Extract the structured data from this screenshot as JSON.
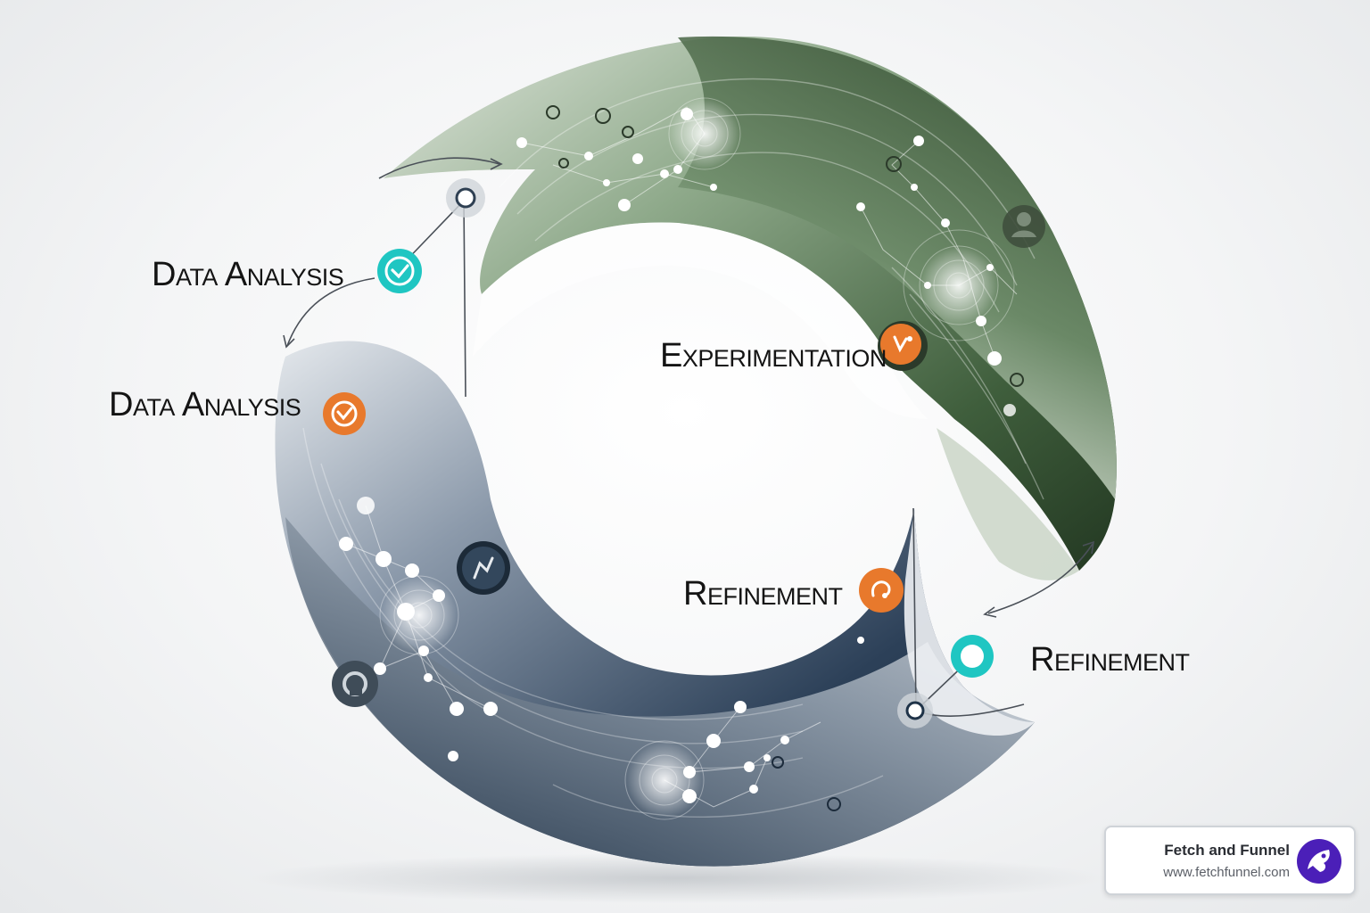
{
  "labels": {
    "data_analysis_upper": "Data Analysis",
    "data_analysis_lower": "Data Analysis",
    "experimentation": "Experimentation",
    "refinement_inner": "Refinement",
    "refinement_outer": "Refinement"
  },
  "watermark": {
    "name": "Fetch and Funnel",
    "url": "www.fetchfunnel.com",
    "logo_icon": "fetch-funnel-logo-icon"
  },
  "icons": {
    "teal_check_badge": "check-circle-icon",
    "orange_check_badge": "check-circle-icon",
    "orange_lab_badge": "flask-icon",
    "orange_refine_badge": "refresh-icon",
    "teal_ring_node": "ring-node-icon",
    "user_badge": "user-icon",
    "chart_badge": "chart-icon",
    "lock_badge": "lock-icon"
  },
  "colors": {
    "green_band": "#3c5a3a",
    "navy_band": "#1f3348",
    "teal_accent": "#20c5c1",
    "orange_accent": "#e87a2e",
    "logo_purple": "#4b1fb8"
  }
}
